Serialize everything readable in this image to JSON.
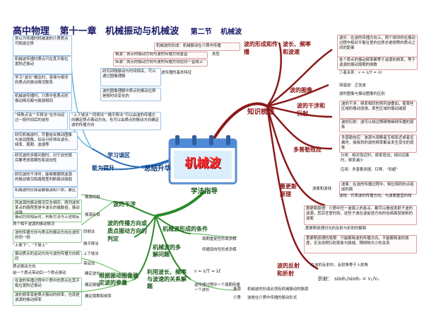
{
  "header": {
    "subject": "高中物理",
    "chapter": "第十一章",
    "chapter_title": "机械振动与机械波",
    "section": "第二节",
    "topic": "机械波"
  },
  "center": {
    "title": "机械波"
  },
  "main_nodes": {
    "knowledge": "知识梳理",
    "method": "学法指导",
    "summary": "总结升华"
  },
  "knowledge": {
    "formation": {
      "label": "波的形成和传播",
      "formation_text": "机械波的形成：机械振动在介质中传播",
      "types_label": "类型",
      "transverse": "横波：质点的振动方向与波的传播方向垂直",
      "longitudinal": "纵波：质点的振动方向与波的传播方向在同一直线上",
      "essence": "波传播的基本特征"
    },
    "wave_params": {
      "label": "波长、频率和波速",
      "wavelength": "波长：在波的传播方向上，两个相邻的在振动过程中相对平衡位置的位移总是相等的质点之间的距离",
      "frequency": "各个质点的振动频率都等于波源的频率，等于波源的振动周期的倒数",
      "formula": "三者关系：v = λ/T = λf"
    },
    "graph": {
      "label": "波的图像",
      "item1": "简谐波：正弦波",
      "item2": "波的图像与振动图像的区别"
    },
    "interference": {
      "label": "波的干涉和衍射",
      "item1": "波的干涉：频率相同的两列波叠加，使某些区域的振动加强，某些区域的振动减弱",
      "item2": "波的衍射：波可以绕过障碍物继续传播的现象"
    },
    "doppler": {
      "label": "多普勒效应",
      "def": "多普勒效应：波源与观察者互相靠近或者远离时，接收到的波的频率都会发生变化的现象",
      "cause": "分类：相对靠近时，频率增加；相对远离时，频率减小",
      "apply": "应用：多普勒测速、红移、“彩超”"
    },
    "huygens": {
      "label": "惠更斯原理",
      "wavefront": "波面和波线",
      "item1": "波面：在波的传播过程中，相位相同的点组成的面",
      "item2": "波线：代表波的传播方向，与波面垂直的线",
      "item3": "惠更斯原理：介质中任一波面上的各点，都可以看成发射子波的波源，其后任意时刻，这些子波在波前进方向的包络面就是新的波面",
      "item4": "惠更斯原理对光的反射与折射的解释",
      "item5": "惠更斯原理的局限：只能解释波的传播方向，不能解释波的强度，无法说明衍射现象与狭缝、障碍物大小的关系"
    },
    "reflection": {
      "label": "波的反射和折射",
      "reflection_text": "在波的反射中，反射角等于入射角",
      "refraction": "折射： sinθ₁/sinθ₂ = v₁/v₂"
    }
  },
  "method": {
    "interference": {
      "label": "波的干涉",
      "condition": "振源同相",
      "in_phase": "两波源的振动情况完全相同，两列波到某点的路程差是半波长的偶数倍，振动加强",
      "reverse": "振源反相",
      "anti_phase": "振动方向相反时，判断方法与上述相反",
      "conclusion": "两个相干波源的振动情况"
    },
    "direction": {
      "label": "波的传播方向或质点振动方向的判定",
      "method1": "同侧法",
      "text1": "波的传播方向与质点的振动方向在波形的同一侧",
      "method2": "微平移法",
      "text2": "“上坡下”，“下坡上”",
      "method3": "上下坡法",
      "text3": "振动质点的运动方向与波的传播方向相同",
      "method4": "带动法",
      "text4": "质点振动方向",
      "text5": "前一个质点带动后一个质点振动"
    },
    "condition": {
      "label": "机械波形成的条件",
      "item1": "周期重复性形成多解",
      "item2": "传播双向性形成多解",
      "multi": "机械波的多解问题"
    },
    "parameters": {
      "label": "根据振动图像确定波的参量",
      "speed": "确定波长",
      "text1": "在波的传播过程中介质中的质点在其平衡位置附近振动",
      "period": "确定振幅",
      "text2": "波的频率就是质点振动的频率，也就是波源的振动频率",
      "freq": "确定周期和频率"
    },
    "formula": {
      "label": "利用波长、频率与波速的关系解题",
      "text": "v = λ/T = λf",
      "extra": "波传播过程中一个周期传播一个波长"
    },
    "bottom": {
      "item1": "振源",
      "item2": "机械波的形成必须有机械振动的振源",
      "item3": "介质",
      "item4": "波是在介质中传播的振动形式"
    }
  },
  "summary": {
    "ability": "能力提升",
    "cases": "学习误区",
    "notes": [
      "常以为传播时机械波的介质质点可随波迁移",
      "机械波传播时质点只在其平衡位置附近振动",
      "学习“波长”概念时，容易与相邻的质点的振动情况联系",
      "机械波传播时，介质中各质点的振动情况都与振源相同",
      "研究间隔振动与时间相关，可以通过图像理解",
      "波的图像理解中质点的振动位移是随时间变化的",
      "“上下坡法”“同侧法”“微平移法”可以由波的传播方向确定质点振动方向，也可以由质点的振动方向确定波的传播方向",
      "“特殊点法”“平移法”在作出经过一段时间后的波形",
      "研究机械波时，尽量结合振动图像与波动图像，综合分析得出波长、频率、周期、波速等"
    ],
    "ability_notes": [
      "研究波的多解问题时，对于这些题目要考虑周期性和双向性",
      "研究波的干涉时，能够根据两波源的振动情况和路程差判断振动强弱",
      "机械波的形成需要振源和介质，要区分机械波与电磁波"
    ]
  }
}
